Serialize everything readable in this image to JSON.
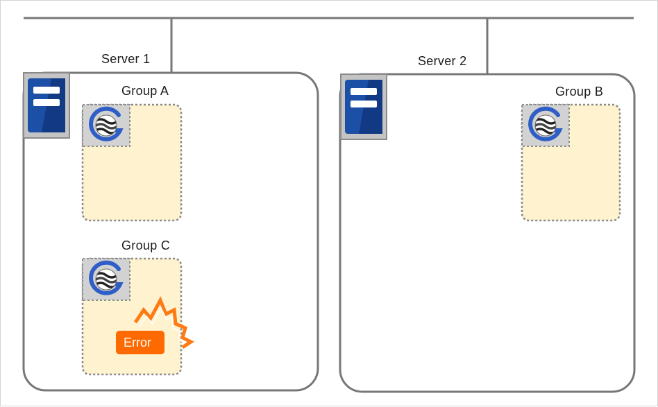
{
  "servers": [
    {
      "name": "Server 1"
    },
    {
      "name": "Server 2"
    }
  ],
  "groups": [
    {
      "name": "Group A",
      "server": "Server 1"
    },
    {
      "name": "Group B",
      "server": "Server 2"
    },
    {
      "name": "Group C",
      "server": "Server 1",
      "status": "Error"
    }
  ],
  "error_label": "Error",
  "colors": {
    "server_frame": "#777777",
    "network_line": "#777777",
    "group_fill": "#fff2cf",
    "group_border": "#888888",
    "server_icon": "#1c4fa6",
    "icon_tile": "#d2d2d2",
    "group_logo": "#2f5fc6",
    "error_badge": "#ff6a00",
    "error_burst": "#ff7a12"
  },
  "icons": {
    "server": "server-icon",
    "group": "cluster-group-logo-icon",
    "error": "error-burst-icon"
  }
}
